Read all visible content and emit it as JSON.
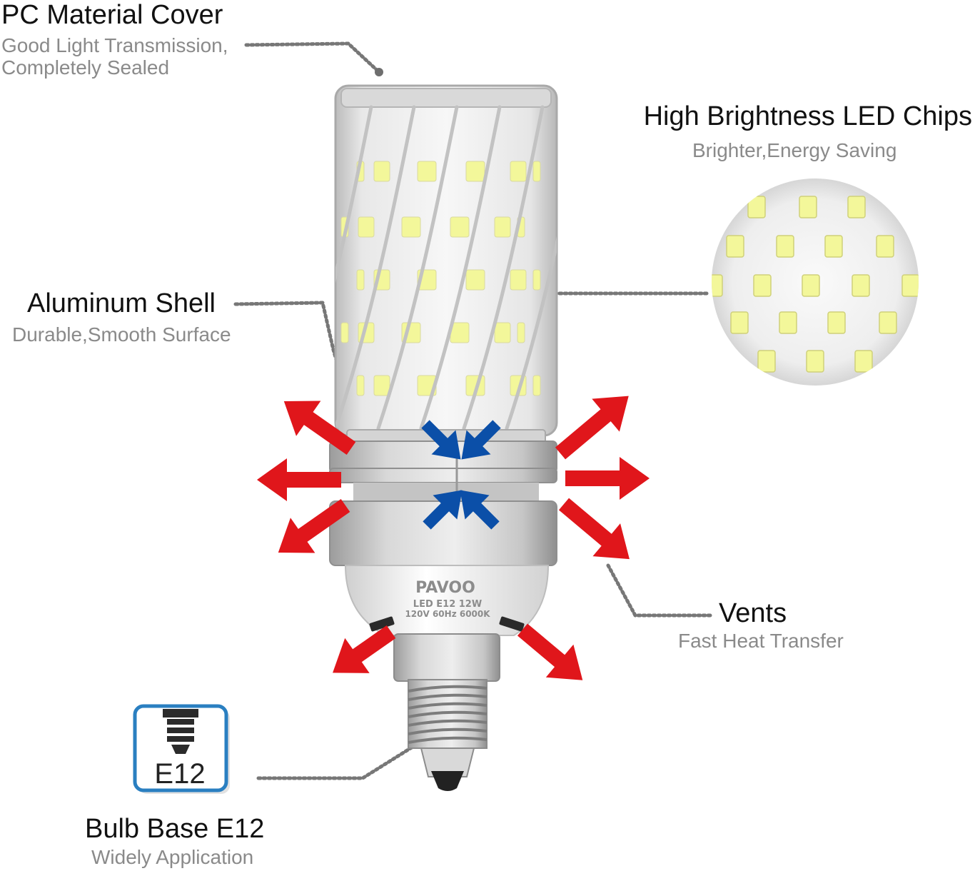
{
  "callouts": {
    "pc_cover": {
      "title": "PC Material Cover",
      "line1": "Good Light Transmission,",
      "line2": "Completely Sealed"
    },
    "led_chips": {
      "title": "High Brightness LED Chips",
      "subtitle": "Brighter,Energy Saving"
    },
    "aluminum_shell": {
      "title": "Aluminum Shell",
      "subtitle": "Durable,Smooth Surface"
    },
    "vents": {
      "title": "Vents",
      "subtitle": "Fast Heat Transfer"
    },
    "bulb_base": {
      "title": "Bulb Base E12",
      "subtitle": "Widely Application"
    }
  },
  "bulb": {
    "brand": "PAVOO",
    "spec_line1": "LED E12 12W",
    "spec_line2": "120V 60Hz 6000K"
  },
  "base_icon": {
    "label": "E12",
    "color": "#2a7fc1"
  },
  "colors": {
    "hot_air_arrows": "#e0161b",
    "cool_air_arrows": "#0b4fa8",
    "led_chip": "#f3f79a",
    "aluminum": "#c9c9c9"
  }
}
